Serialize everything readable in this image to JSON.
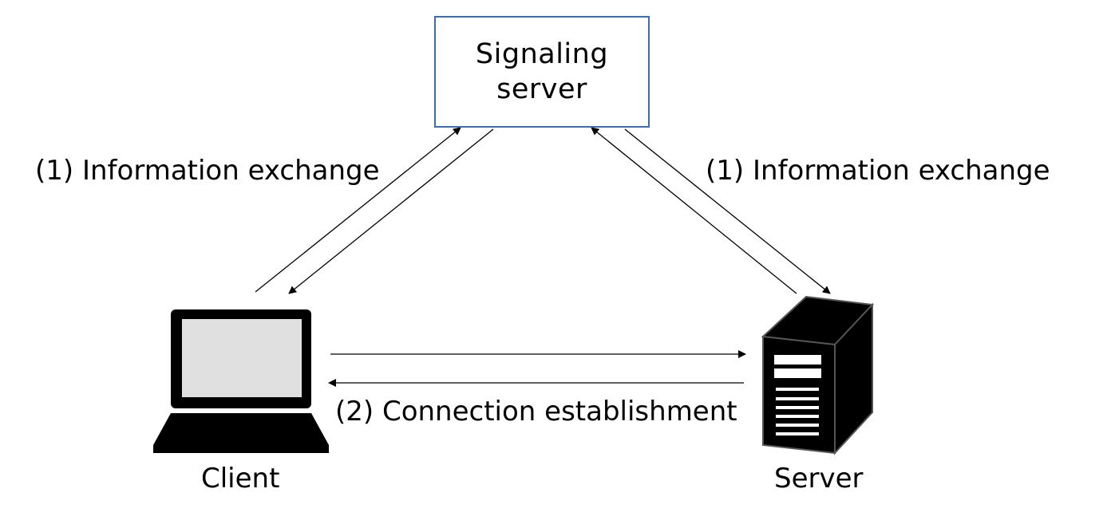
{
  "nodes": {
    "signaling": {
      "line1": "Signaling",
      "line2": "server"
    },
    "client": {
      "label": "Client",
      "icon": "laptop-icon"
    },
    "server": {
      "label": "Server",
      "icon": "server-tower-icon"
    }
  },
  "edges": {
    "client_signaling": {
      "label": "(1) Information exchange"
    },
    "server_signaling": {
      "label": "(1) Information exchange"
    },
    "client_server": {
      "label": "(2) Connection establishment"
    }
  },
  "colors": {
    "box_border": "#3b6db4",
    "line": "#000000",
    "icon_fill": "#000000",
    "screen": "#e0e0e0"
  }
}
